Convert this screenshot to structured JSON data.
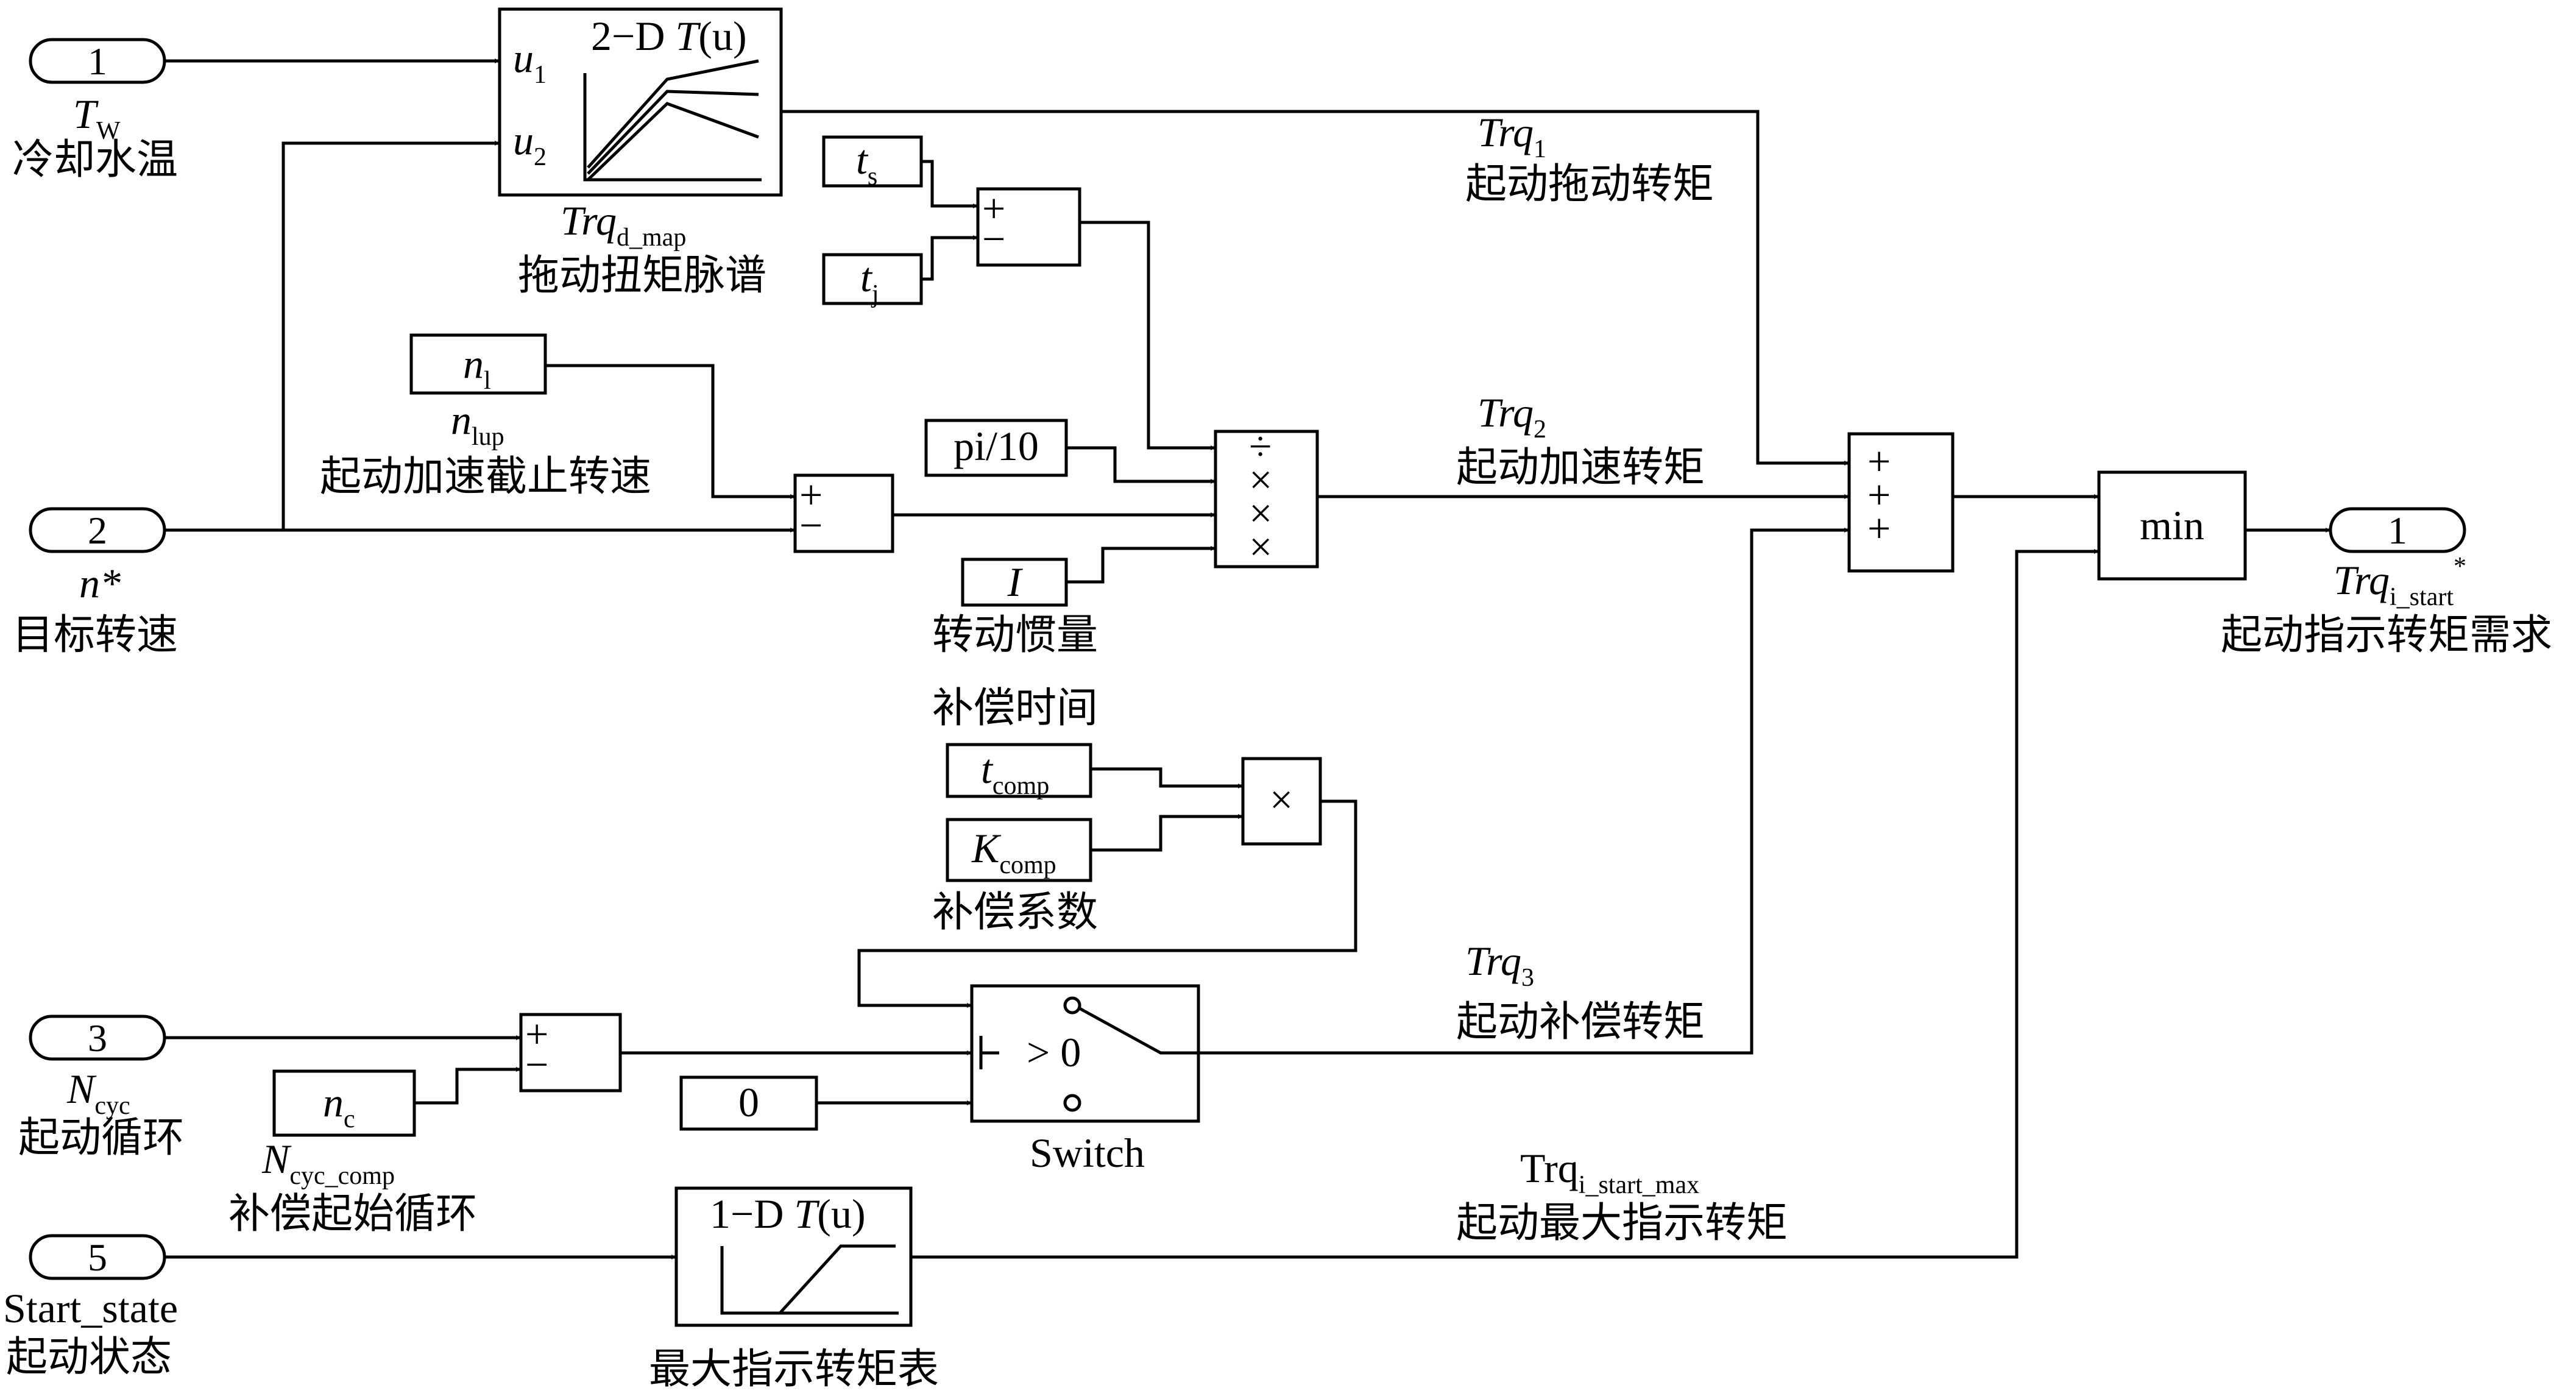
{
  "ports": {
    "in1": {
      "num": "1",
      "sym": "T",
      "sub": "W",
      "desc": "冷却水温"
    },
    "in2": {
      "num": "2",
      "sym": "n*",
      "desc": "目标转速"
    },
    "in3": {
      "num": "3",
      "sym": "N",
      "sub": "cyc",
      "desc": "起动循环"
    },
    "in5": {
      "num": "5",
      "sym": "Start_state",
      "desc": "起动状态"
    },
    "out1": {
      "num": "1",
      "sym": "Trq",
      "sub": "i_start",
      "sup": "*",
      "desc": "起动指示转矩需求"
    }
  },
  "blocks": {
    "map2d": {
      "title": "2−D ",
      "title_t": "T",
      "title_u": "(u)",
      "u1": "u",
      "u1_sub": "1",
      "u2": "u",
      "u2_sub": "2",
      "sym": "Trq",
      "sub": "d_map",
      "desc": "拖动扭矩脉谱"
    },
    "ts": {
      "sym": "t",
      "sub": "s"
    },
    "tj": {
      "sym": "t",
      "sub": "j"
    },
    "sum_t": {
      "plus": "+",
      "minus": "−"
    },
    "nl": {
      "sym": "n",
      "sub": "l",
      "name_sym": "n",
      "name_sub": "lup",
      "desc": "起动加速截止转速"
    },
    "sum_n": {
      "plus": "+",
      "minus": "−"
    },
    "pi10": {
      "label": "pi/10"
    },
    "inertia": {
      "sym": "I",
      "desc": "转动惯量"
    },
    "divmul": {
      "ops": [
        "÷",
        "×",
        "×",
        "×"
      ]
    },
    "sum3": {
      "ops": [
        "+",
        "+",
        "+"
      ]
    },
    "min": {
      "label": "min"
    },
    "tcomp": {
      "sym": "t",
      "sub": "comp",
      "desc": "补偿时间"
    },
    "kcomp": {
      "sym": "K",
      "sub": "comp",
      "desc": "补偿系数"
    },
    "mul": {
      "label": "×"
    },
    "nc": {
      "sym": "n",
      "sub": "c",
      "name_sym": "N",
      "name_sub": "cyc_comp",
      "desc": "补偿起始循环"
    },
    "sum_c": {
      "plus": "+",
      "minus": "−"
    },
    "zero": {
      "label": "0"
    },
    "switch": {
      "cond": "> 0",
      "name": "Switch"
    },
    "map1d": {
      "title": "1−D ",
      "title_t": "T",
      "title_u": "(u)",
      "desc": "最大指示转矩表"
    }
  },
  "signals": {
    "trq1": {
      "sym": "Trq",
      "sub": "1",
      "desc": "起动拖动转矩"
    },
    "trq2": {
      "sym": "Trq",
      "sub": "2",
      "desc": "起动加速转矩"
    },
    "trq3": {
      "sym": "Trq",
      "sub": "3",
      "desc": "起动补偿转矩"
    },
    "trqmax": {
      "sym": "Trq",
      "sub": "i_start_max",
      "desc": "起动最大指示转矩"
    }
  }
}
